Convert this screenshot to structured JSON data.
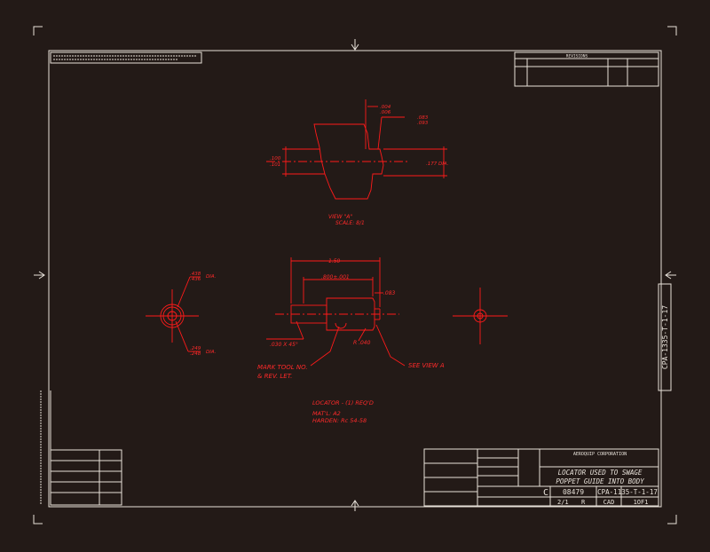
{
  "title_block": {
    "company": "AEROQUIP CORPORATION",
    "title_line1": "LOCATOR USED TO SWAGE",
    "title_line2": "POPPET GUIDE INTO BODY",
    "size_letter": "C",
    "cage_code": "08479",
    "drawing_number": "CPA-1135-T-1-17",
    "scale": "2/1",
    "rev": "R",
    "cad": "CAD",
    "sheet": "1OF1"
  },
  "side_drawing_number": "CPA-1335-T-1-17",
  "revisions_header": "REVISIONS",
  "notes": {
    "locator": "LOCATOR - (1) REQ'D",
    "material": "MAT'L: A2",
    "harden": "HARDEN: Rc 54-58"
  },
  "view_a": {
    "label": "VIEW \"A\"",
    "scale": "SCALE: 8/1",
    "dims": {
      "top1": ".004",
      "top2": ".006",
      "right1": ".083",
      "right2": ".093",
      "left1": ".100",
      "left2": ".101",
      "dia": ".177 DIA."
    }
  },
  "main_view": {
    "overall_length": "1.50",
    "inner_length": ".800±.001",
    "step": ".083",
    "chamfer": ".030 X 45°",
    "radius": "R .040",
    "mark_tool_line1": "MARK TOOL NO.",
    "mark_tool_line2": "& REV. LET.",
    "see_view": "SEE VIEW A"
  },
  "left_view": {
    "dia_top1": ".438",
    "dia_top2": ".436",
    "dia_top_label": "DIA.",
    "dia_bot1": ".249",
    "dia_bot2": ".248",
    "dia_bot_label": "DIA."
  }
}
